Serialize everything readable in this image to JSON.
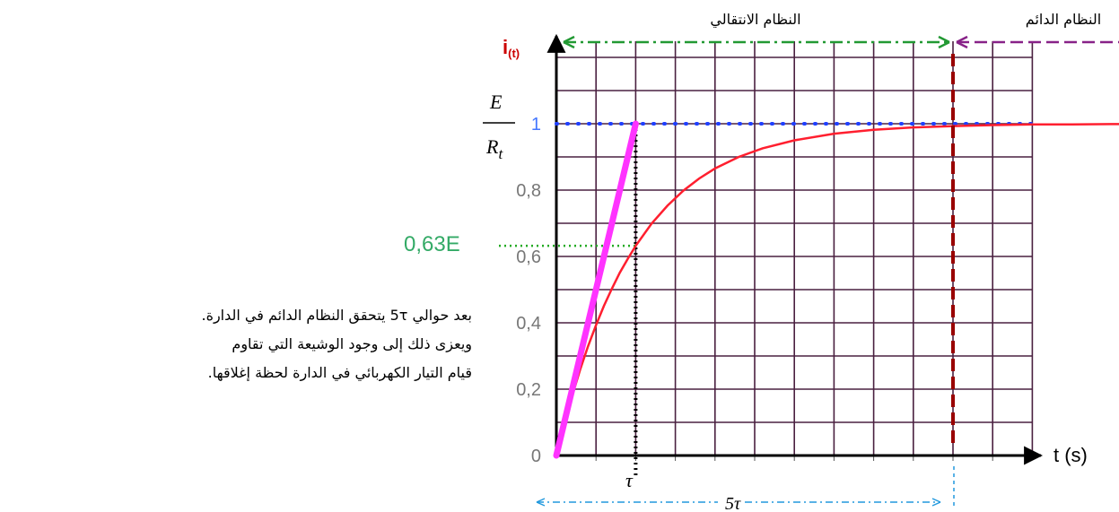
{
  "chart_data": {
    "type": "line",
    "title": "",
    "xlabel": "t (s)",
    "ylabel": "i(t)",
    "ylim": [
      0,
      1.2
    ],
    "grid": true,
    "y_ticks": [
      {
        "value": 0,
        "label": "0"
      },
      {
        "value": 0.2,
        "label": "0,2"
      },
      {
        "value": 0.4,
        "label": "0,4"
      },
      {
        "value": 0.6,
        "label": "0,6"
      },
      {
        "value": 0.8,
        "label": "0,8"
      },
      {
        "value": 1.0,
        "label": "1"
      }
    ],
    "x_tau_label": "τ",
    "x_5tau_label": "5τ",
    "ylabel_main": "i",
    "ylabel_sub": "(t)",
    "asymptote_label": {
      "numerator": "E",
      "denominator": "R",
      "sub": "t"
    },
    "marker_063_label": "0,63E",
    "series": [
      {
        "type": "exponential-rise",
        "color": "#ff1f2f",
        "x": [
          0,
          0.1,
          0.2,
          0.3,
          0.4,
          0.5,
          0.6,
          0.7,
          0.8,
          0.9,
          1.0,
          1.2,
          1.4,
          1.6,
          1.8,
          2.0,
          2.3,
          2.6,
          3.0,
          3.5,
          4.0,
          4.5,
          5.0,
          5.5,
          6.0,
          6.5,
          7.0,
          7.5,
          8.0
        ],
        "y": [
          0,
          0.095,
          0.181,
          0.259,
          0.33,
          0.393,
          0.451,
          0.503,
          0.551,
          0.593,
          0.632,
          0.699,
          0.753,
          0.798,
          0.835,
          0.865,
          0.9,
          0.926,
          0.95,
          0.97,
          0.982,
          0.989,
          0.993,
          0.996,
          0.998,
          0.998,
          0.999,
          1.0,
          1.0
        ]
      },
      {
        "type": "tangent",
        "color": "#ff33ff",
        "x": [
          0,
          1.0
        ],
        "y": [
          0,
          1.0
        ]
      }
    ],
    "regions": {
      "transient": "النظام الانتقالي",
      "steady": "النظام الدائم"
    },
    "colors": {
      "grid_fill": "#ffffff",
      "grid_line": "#4a2040",
      "asymptote": "#1f3fff",
      "marker": "#22aa22",
      "transient_arrow": "#229933",
      "steady_arrow": "#882288",
      "steady_line": "#990000",
      "dim_arrow": "#2299dd",
      "tick_text": "#777777",
      "label_green": "#33aa66",
      "label_blue": "#4477ff",
      "label_red": "#cc0000"
    }
  },
  "note": {
    "lines": [
      "بعد حوالي 5τ يتحقق النظام الدائم في الدارة.",
      "ويعزى ذلك إلى وجود الوشيعة التي تقاوم",
      "قيام التيار الكهربائي في الدارة لحظة إغلاقها."
    ]
  }
}
